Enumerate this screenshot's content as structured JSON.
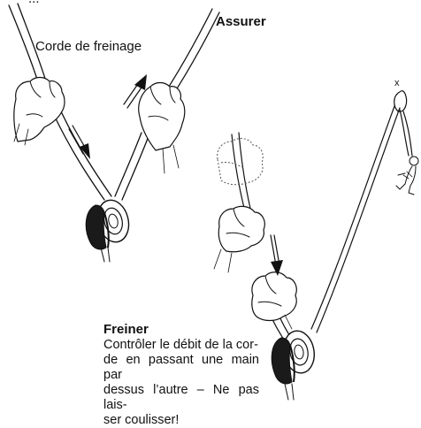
{
  "labels": {
    "top_cut": "...",
    "assurer": "Assurer",
    "corde": "Corde de freinage",
    "freiner": "Freiner"
  },
  "freiner_text": [
    "Contrôler le débit de la cor-",
    "de en passant une main par",
    "dessus l’autre – Ne pas lais-",
    "ser coulisser!"
  ],
  "anchor_mark": "x",
  "colors": {
    "ink": "#111111",
    "carabiner": "#1a1a1a",
    "paper": "#ffffff"
  }
}
